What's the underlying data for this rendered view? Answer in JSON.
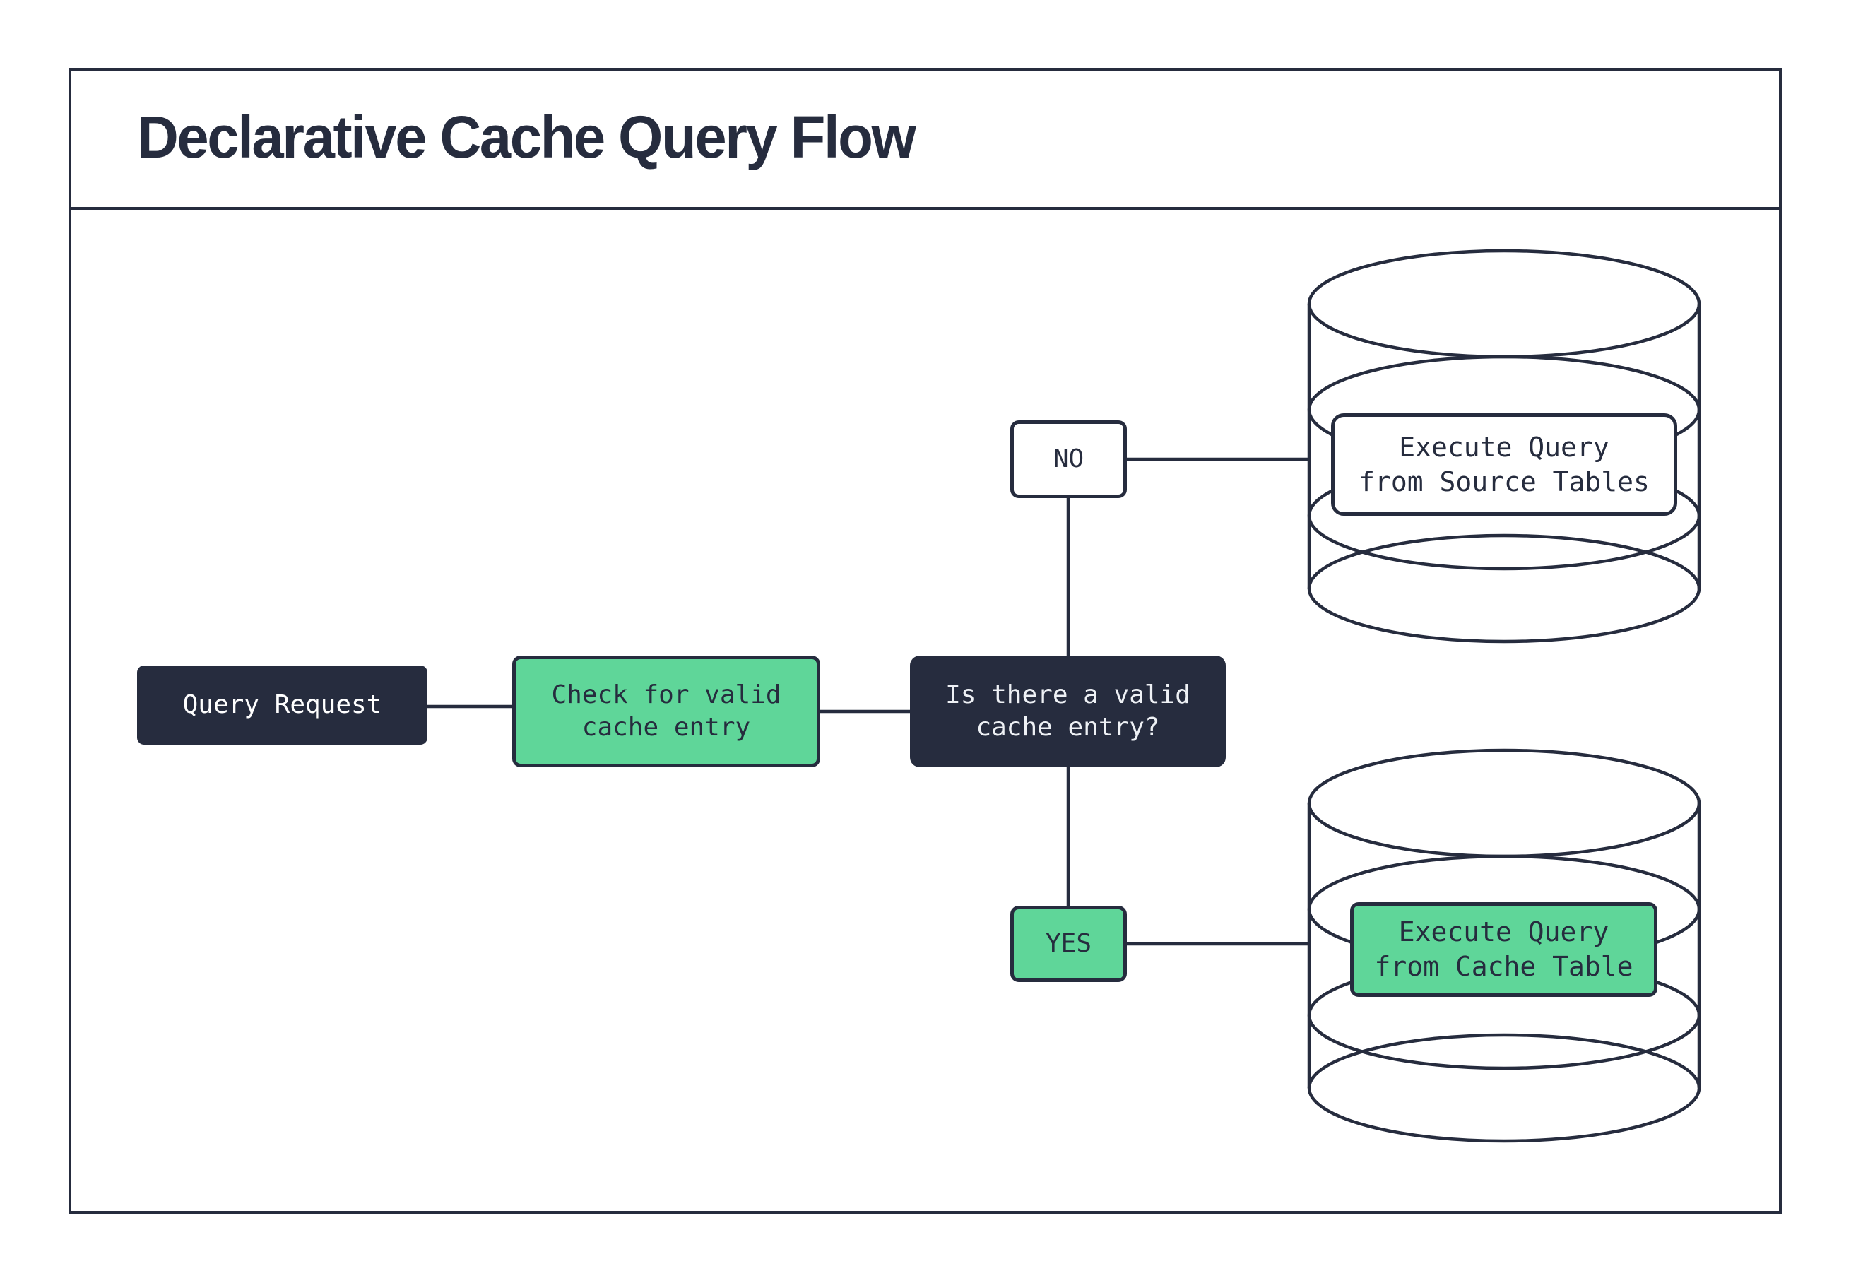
{
  "title": "Declarative Cache Query Flow",
  "colors": {
    "ink": "#262c3e",
    "green": "#5fd699",
    "paper": "#ffffff",
    "light": "#eef1f5"
  },
  "nodes": {
    "query_request": {
      "label": "Query Request"
    },
    "check": {
      "line1": "Check for valid",
      "line2": "cache entry"
    },
    "decision": {
      "line1": "Is there a valid",
      "line2": "cache entry?"
    },
    "no_branch": {
      "label": "NO"
    },
    "yes_branch": {
      "label": "YES"
    },
    "source_db": {
      "line1": "Execute Query",
      "line2": "from Source Tables"
    },
    "cache_db": {
      "line1": "Execute Query",
      "line2": "from Cache Table"
    }
  }
}
